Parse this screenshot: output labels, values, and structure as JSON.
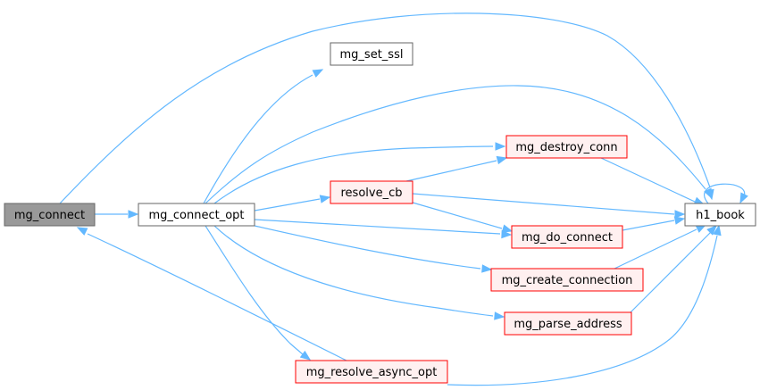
{
  "diagram": {
    "type": "call-graph",
    "colors": {
      "edge": "#63b8ff",
      "root_fill": "#999999",
      "root_stroke": "#666666",
      "default_fill": "#ffffff",
      "default_stroke": "#666666",
      "external_fill": "#fff0f0",
      "external_stroke": "#ff0000"
    },
    "nodes": [
      {
        "id": "mg_connect",
        "label": "mg_connect",
        "style": "root"
      },
      {
        "id": "mg_connect_opt",
        "label": "mg_connect_opt",
        "style": "default"
      },
      {
        "id": "mg_set_ssl",
        "label": "mg_set_ssl",
        "style": "default"
      },
      {
        "id": "resolve_cb",
        "label": "resolve_cb",
        "style": "external"
      },
      {
        "id": "mg_destroy_conn",
        "label": "mg_destroy_conn",
        "style": "external"
      },
      {
        "id": "mg_do_connect",
        "label": "mg_do_connect",
        "style": "external"
      },
      {
        "id": "mg_create_connection",
        "label": "mg_create_connection",
        "style": "external"
      },
      {
        "id": "mg_parse_address",
        "label": "mg_parse_address",
        "style": "external"
      },
      {
        "id": "mg_resolve_async_opt",
        "label": "mg_resolve_async_opt",
        "style": "external"
      },
      {
        "id": "h1_book",
        "label": "h1_book",
        "style": "default"
      }
    ],
    "edges": [
      {
        "from": "mg_connect",
        "to": "mg_connect_opt"
      },
      {
        "from": "mg_connect",
        "to": "h1_book"
      },
      {
        "from": "mg_connect_opt",
        "to": "mg_set_ssl"
      },
      {
        "from": "mg_connect_opt",
        "to": "h1_book"
      },
      {
        "from": "mg_connect_opt",
        "to": "mg_destroy_conn"
      },
      {
        "from": "mg_connect_opt",
        "to": "resolve_cb"
      },
      {
        "from": "mg_connect_opt",
        "to": "mg_do_connect"
      },
      {
        "from": "mg_connect_opt",
        "to": "mg_create_connection"
      },
      {
        "from": "mg_connect_opt",
        "to": "mg_parse_address"
      },
      {
        "from": "mg_connect_opt",
        "to": "mg_resolve_async_opt"
      },
      {
        "from": "resolve_cb",
        "to": "mg_destroy_conn"
      },
      {
        "from": "resolve_cb",
        "to": "h1_book"
      },
      {
        "from": "resolve_cb",
        "to": "mg_do_connect"
      },
      {
        "from": "mg_destroy_conn",
        "to": "h1_book"
      },
      {
        "from": "mg_do_connect",
        "to": "h1_book"
      },
      {
        "from": "mg_create_connection",
        "to": "h1_book"
      },
      {
        "from": "mg_parse_address",
        "to": "h1_book"
      },
      {
        "from": "mg_resolve_async_opt",
        "to": "mg_connect"
      },
      {
        "from": "mg_resolve_async_opt",
        "to": "h1_book"
      },
      {
        "from": "h1_book",
        "to": "h1_book"
      }
    ]
  }
}
